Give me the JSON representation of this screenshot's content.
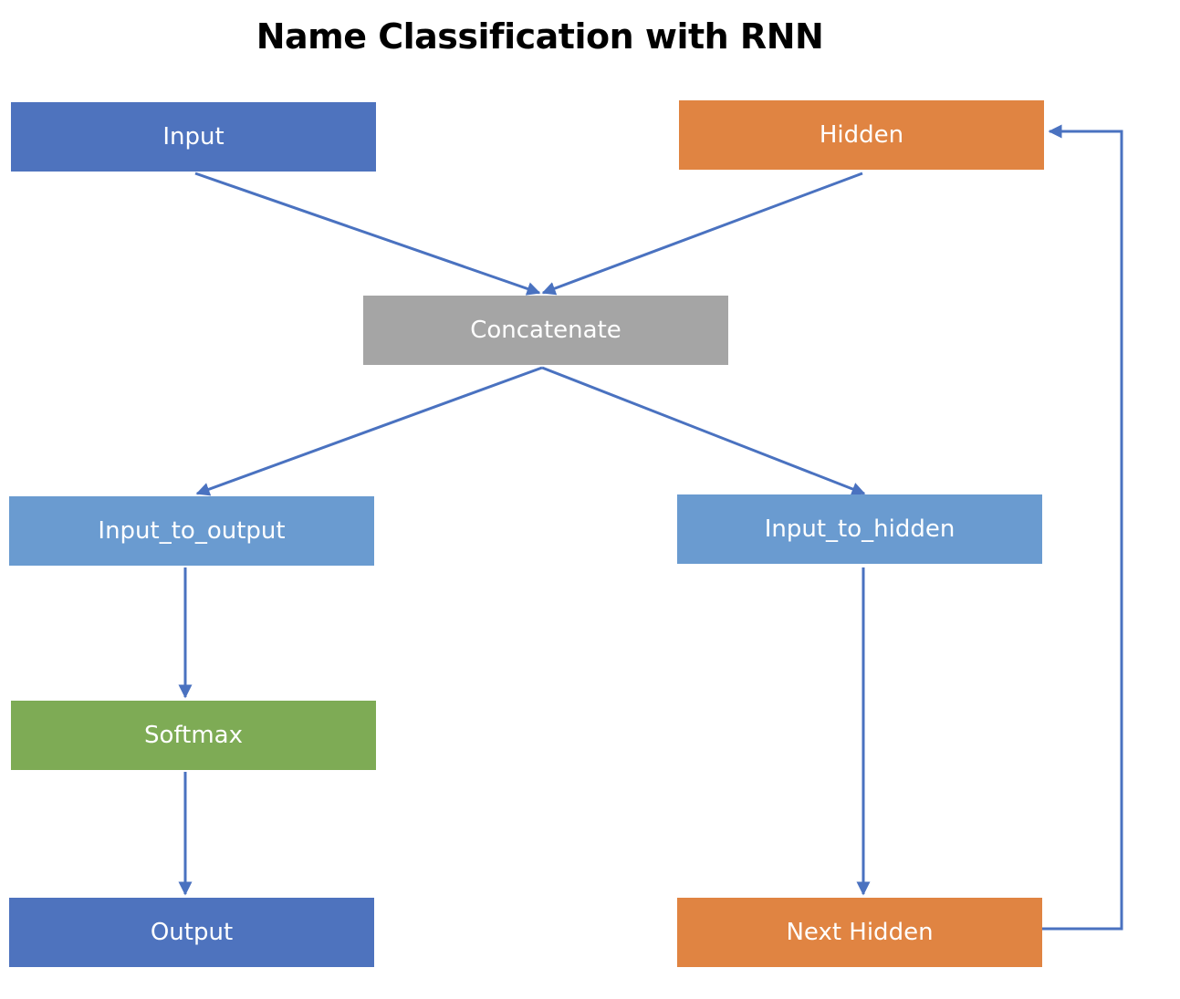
{
  "diagram": {
    "title": "Name Classification with RNN",
    "nodes": [
      {
        "id": "input",
        "label": "Input",
        "color": "#4e73be"
      },
      {
        "id": "hidden",
        "label": "Hidden",
        "color": "#e08442"
      },
      {
        "id": "concatenate",
        "label": "Concatenate",
        "color": "#a5a5a5"
      },
      {
        "id": "input_to_output",
        "label": "Input_to_output",
        "color": "#6a9bd0"
      },
      {
        "id": "input_to_hidden",
        "label": "Input_to_hidden",
        "color": "#6a9bd0"
      },
      {
        "id": "softmax",
        "label": "Softmax",
        "color": "#7eab55"
      },
      {
        "id": "output",
        "label": "Output",
        "color": "#4e73be"
      },
      {
        "id": "next_hidden",
        "label": "Next Hidden",
        "color": "#e08442"
      }
    ],
    "edges": [
      {
        "from": "input",
        "to": "concatenate"
      },
      {
        "from": "hidden",
        "to": "concatenate"
      },
      {
        "from": "concatenate",
        "to": "input_to_output"
      },
      {
        "from": "concatenate",
        "to": "input_to_hidden"
      },
      {
        "from": "input_to_output",
        "to": "softmax"
      },
      {
        "from": "softmax",
        "to": "output"
      },
      {
        "from": "input_to_hidden",
        "to": "next_hidden"
      },
      {
        "from": "next_hidden",
        "to": "hidden"
      }
    ],
    "edge_color": "#4a72c0"
  }
}
